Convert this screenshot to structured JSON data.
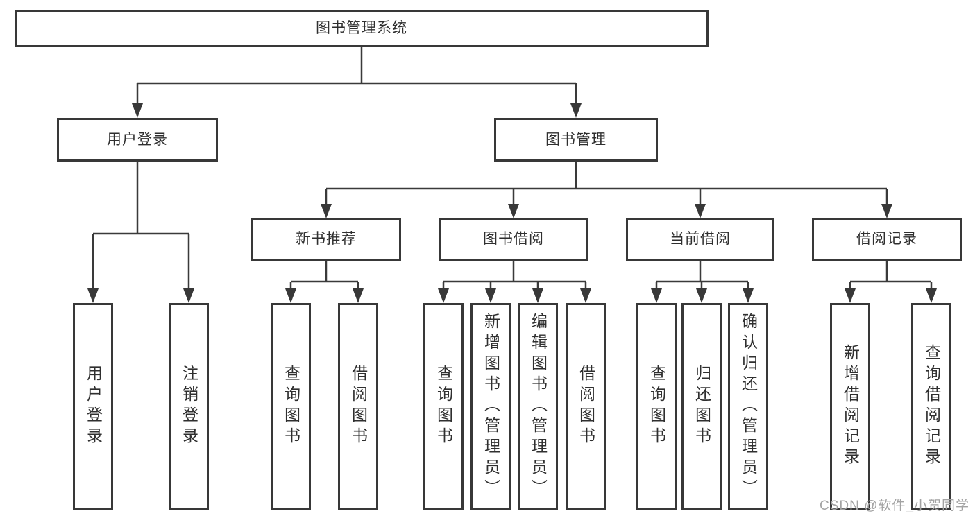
{
  "diagram": {
    "title": "图书管理系统",
    "type": "hierarchy-tree",
    "colors": {
      "line": "#3a3a3a",
      "box_border": "#383838",
      "text": "#2f2f2f",
      "watermark": "#a3a3a3",
      "background": "#ffffff"
    }
  },
  "tree": {
    "root": {
      "label": "图书管理系统",
      "children": [
        {
          "label": "用户登录",
          "children": [
            {
              "label": "用户登录"
            },
            {
              "label": "注销登录"
            }
          ]
        },
        {
          "label": "图书管理",
          "children": [
            {
              "label": "新书推荐",
              "children": [
                {
                  "label": "查询图书"
                },
                {
                  "label": "借阅图书"
                }
              ]
            },
            {
              "label": "图书借阅",
              "children": [
                {
                  "label": "查询图书"
                },
                {
                  "label": "新增图书（管理员）"
                },
                {
                  "label": "编辑图书（管理员）"
                },
                {
                  "label": "借阅图书"
                }
              ]
            },
            {
              "label": "当前借阅",
              "children": [
                {
                  "label": "查询图书"
                },
                {
                  "label": "归还图书"
                },
                {
                  "label": "确认归还（管理员）"
                }
              ]
            },
            {
              "label": "借阅记录",
              "children": [
                {
                  "label": "新增借阅记录"
                },
                {
                  "label": "查询借阅记录"
                }
              ]
            }
          ]
        }
      ]
    }
  },
  "watermark": "CSDN @软件_小贺同学"
}
